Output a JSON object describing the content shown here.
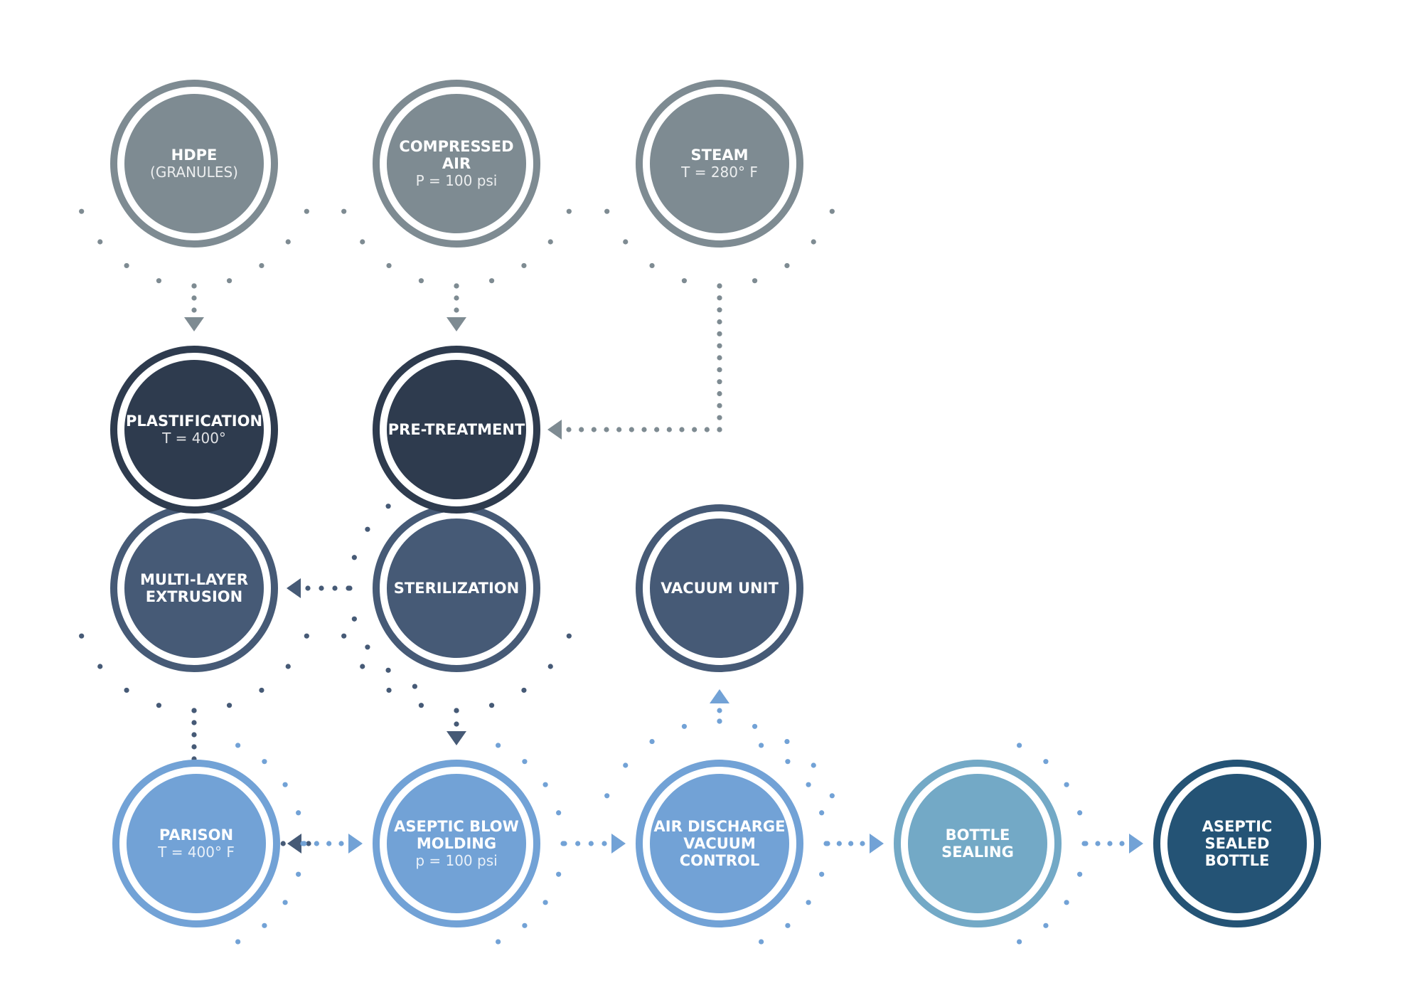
{
  "colors": {
    "gray": "#7e8b92",
    "navy": "#2e3b4e",
    "slate": "#465a76",
    "light_blue": "#72a2d6",
    "teal": "#73a9c6",
    "dark_blue": "#245375",
    "background": "#ffffff"
  },
  "nodes": {
    "hdpe": {
      "title": [
        "HDPE"
      ],
      "sub": [
        "(GRANULES)"
      ],
      "color": "gray"
    },
    "compressed_air": {
      "title": [
        "COMPRESSED",
        "AIR"
      ],
      "sub": [
        "P = 100 psi"
      ],
      "color": "gray"
    },
    "steam": {
      "title": [
        "STEAM"
      ],
      "sub": [
        "T = 280° F"
      ],
      "color": "gray"
    },
    "plastification": {
      "title": [
        "PLASTIFICATION"
      ],
      "sub": [
        "T = 400°"
      ],
      "color": "navy"
    },
    "pre_treatment": {
      "title": [
        "PRE-TREATMENT"
      ],
      "sub": [],
      "color": "navy"
    },
    "multi_layer_extrusion": {
      "title": [
        "MULTI-LAYER",
        "EXTRUSION"
      ],
      "sub": [],
      "color": "slate"
    },
    "sterilization": {
      "title": [
        "STERILIZATION"
      ],
      "sub": [],
      "color": "slate"
    },
    "vacuum_unit": {
      "title": [
        "VACUUM UNIT"
      ],
      "sub": [],
      "color": "slate"
    },
    "parison": {
      "title": [
        "PARISON"
      ],
      "sub": [
        "T = 400° F"
      ],
      "color": "light_blue"
    },
    "aseptic_blow_molding": {
      "title": [
        "ASEPTIC BLOW",
        "MOLDING"
      ],
      "sub": [
        "p = 100 psi"
      ],
      "color": "light_blue"
    },
    "air_discharge": {
      "title": [
        "AIR DISCHARGE",
        "VACUUM",
        "CONTROL"
      ],
      "sub": [],
      "color": "light_blue"
    },
    "bottle_sealing": {
      "title": [
        "BOTTLE",
        "SEALING"
      ],
      "sub": [],
      "color": "teal"
    },
    "aseptic_sealed_bottle": {
      "title": [
        "ASEPTIC",
        "SEALED",
        "BOTTLE"
      ],
      "sub": [],
      "color": "dark_blue"
    }
  },
  "edges": [
    {
      "from": "hdpe",
      "to": "plastification",
      "color": "gray"
    },
    {
      "from": "compressed_air",
      "to": "pre_treatment",
      "color": "gray"
    },
    {
      "from": "steam",
      "to": "pre_treatment",
      "color": "gray"
    },
    {
      "from": "sterilization",
      "to": "multi_layer_extrusion",
      "color": "slate"
    },
    {
      "from": "multi_layer_extrusion",
      "to": "parison",
      "color": "slate"
    },
    {
      "from": "sterilization",
      "to": "aseptic_blow_molding",
      "color": "slate"
    },
    {
      "from": "parison",
      "to": "aseptic_blow_molding",
      "color": "light_blue"
    },
    {
      "from": "aseptic_blow_molding",
      "to": "air_discharge",
      "color": "light_blue"
    },
    {
      "from": "air_discharge",
      "to": "vacuum_unit",
      "color": "light_blue"
    },
    {
      "from": "air_discharge",
      "to": "bottle_sealing",
      "color": "light_blue"
    },
    {
      "from": "bottle_sealing",
      "to": "aseptic_sealed_bottle",
      "color": "light_blue"
    }
  ]
}
